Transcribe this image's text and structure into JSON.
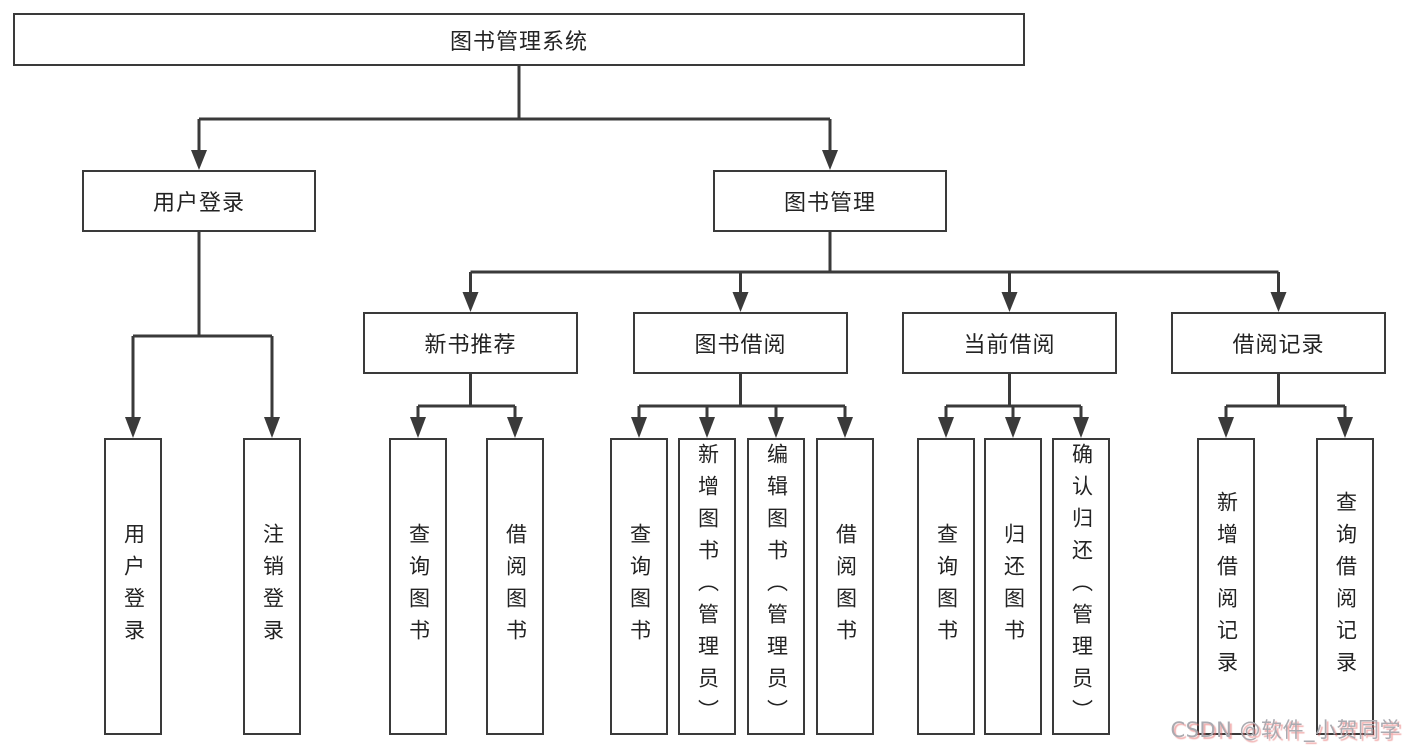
{
  "tree": {
    "root": {
      "label": "图书管理系统"
    },
    "branches": [
      {
        "label": "用户登录",
        "children": [
          {
            "label": "用户登录"
          },
          {
            "label": "注销登录"
          }
        ]
      },
      {
        "label": "图书管理",
        "children": [
          {
            "label": "新书推荐",
            "children": [
              {
                "label": "查询图书"
              },
              {
                "label": "借阅图书"
              }
            ]
          },
          {
            "label": "图书借阅",
            "children": [
              {
                "label": "查询图书"
              },
              {
                "label": "新增图书（管理员）"
              },
              {
                "label": "编辑图书（管理员）"
              },
              {
                "label": "借阅图书"
              }
            ]
          },
          {
            "label": "当前借阅",
            "children": [
              {
                "label": "查询图书"
              },
              {
                "label": "归还图书"
              },
              {
                "label": "确认归还（管理员）"
              }
            ]
          },
          {
            "label": "借阅记录",
            "children": [
              {
                "label": "新增借阅记录"
              },
              {
                "label": "查询借阅记录"
              }
            ]
          }
        ]
      }
    ]
  },
  "watermark": {
    "text": "CSDN @软件_小贺同学"
  },
  "colors": {
    "line": "#3a3a3a",
    "box_border": "#3a3a3a",
    "text": "#232323",
    "background": "#ffffff",
    "watermark_text": "#aaaab0",
    "watermark_shadow": "#e66e6e"
  }
}
